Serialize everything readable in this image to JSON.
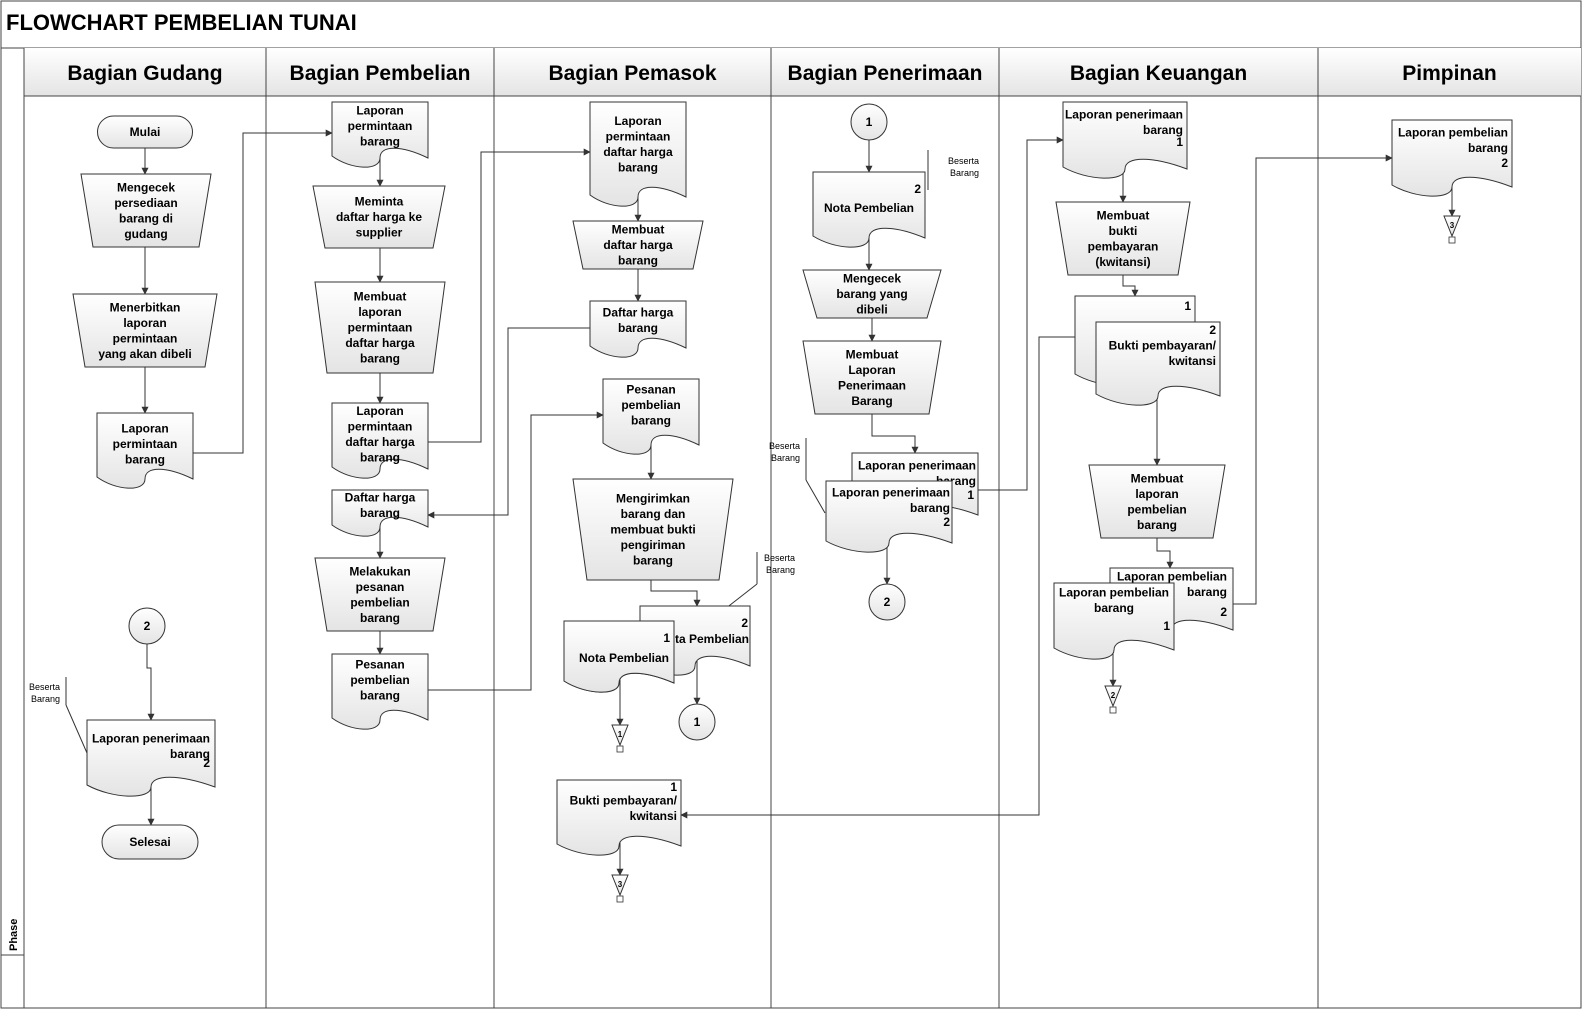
{
  "title": "FLOWCHART PEMBELIAN TUNAI",
  "phase_label": "Phase",
  "lanes": [
    "Bagian Gudang",
    "Bagian Pembelian",
    "Bagian Pemasok",
    "Bagian Penerimaan",
    "Bagian Keuangan",
    "Pimpinan"
  ],
  "nodes": {
    "g_mulai": "Mulai",
    "g_cek": "Mengecek\npersediaan\nbarang di\ngudang",
    "g_terbit": "Menerbitkan\nlaporan\npermintaan\nyang akan dibeli",
    "g_lap": "Laporan\npermintaan\nbarang",
    "g_con2": "2",
    "g_beserta": "Beserta\nBarang",
    "g_lpb": "Laporan penerimaan\nbarang",
    "g_lpb_num": "2",
    "g_selesai": "Selesai",
    "p_lap1": "Laporan\npermintaan\nbarang",
    "p_minta": "Meminta\ndaftar harga ke\nsupplier",
    "p_buat": "Membuat\nlaporan\npermintaan\ndaftar harga\nbarang",
    "p_lap2": "Laporan\npermintaan\ndaftar harga\nbarang",
    "p_daftar": "Daftar harga\nbarang",
    "p_pesan": "Melakukan\npesanan\npembelian\nbarang",
    "p_pesanan": "Pesanan\npembelian\nbarang",
    "s_lap": "Laporan\npermintaan\ndaftar harga\nbarang",
    "s_buat": "Membuat\ndaftar harga\nbarang",
    "s_daftar": "Daftar harga\nbarang",
    "s_pesanan": "Pesanan\npembelian\nbarang",
    "s_kirim": "Mengirimkan\nbarang dan\nmembuat bukti\npengiriman\nbarang",
    "s_beserta": "Beserta\nBarang",
    "s_nota2": "Nota Pembelian",
    "s_nota2_num": "2",
    "s_nota1": "Nota Pembelian",
    "s_nota1_num": "1",
    "s_off1": "1",
    "s_con1": "1",
    "s_bukti": "Bukti pembayaran/\nkwitansi",
    "s_bukti_num": "1",
    "s_off3": "3",
    "r_con1": "1",
    "r_nota": "Nota Pembelian",
    "r_nota_num": "2",
    "r_beserta1": "Beserta\nBarang",
    "r_cek": "Mengecek\nbarang yang\ndibeli",
    "r_buat": "Membuat\nLaporan\nPenerimaan\nBarang",
    "r_beserta2": "Beserta\nBarang",
    "r_lpb1": "Laporan penerimaan\nbarang",
    "r_lpb1_num": "1",
    "r_lpb2": "Laporan penerimaan\nbarang",
    "r_lpb2_num": "2",
    "r_con2": "2",
    "k_lpb": "Laporan penerimaan\nbarang",
    "k_lpb_num": "1",
    "k_buat": "Membuat\nbukti\npembayaran\n(kwitansi)",
    "k_bukti1_num": "1",
    "k_bukti2": "Bukti pembayaran/\nkwitansi",
    "k_bukti2_num": "2",
    "k_lap": "Membuat\nlaporan\npembelian\nbarang",
    "k_lpem2": "Laporan pembelian\nbarang",
    "k_lpem2_num": "2",
    "k_lpem1": "Laporan pembelian\nbarang",
    "k_lpem1_num": "1",
    "k_off2": "2",
    "m_lpem": "Laporan pembelian\nbarang",
    "m_lpem_num": "2",
    "m_off3": "3"
  }
}
